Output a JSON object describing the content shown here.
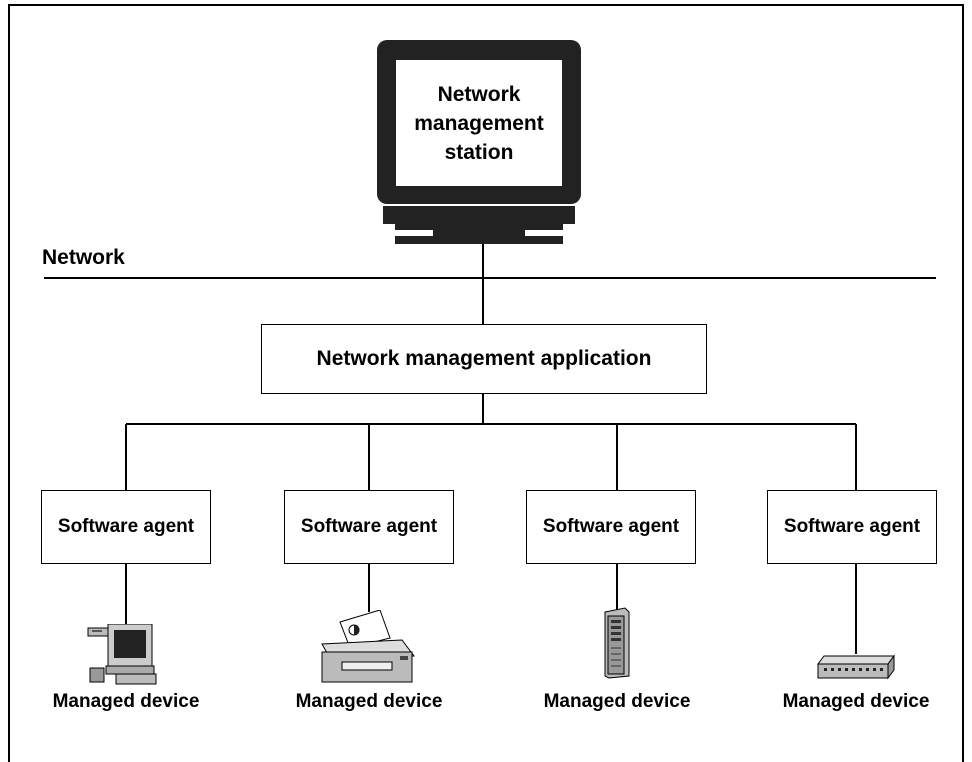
{
  "network_label": "Network",
  "station": {
    "title": "Network management station"
  },
  "application": {
    "label": "Network management application"
  },
  "agents": [
    {
      "label": "Software agent"
    },
    {
      "label": "Software agent"
    },
    {
      "label": "Software agent"
    },
    {
      "label": "Software agent"
    }
  ],
  "devices": [
    {
      "label": "Managed device",
      "icon": "desktop-computer-icon"
    },
    {
      "label": "Managed device",
      "icon": "printer-icon"
    },
    {
      "label": "Managed device",
      "icon": "server-tower-icon"
    },
    {
      "label": "Managed device",
      "icon": "network-hub-icon"
    }
  ]
}
